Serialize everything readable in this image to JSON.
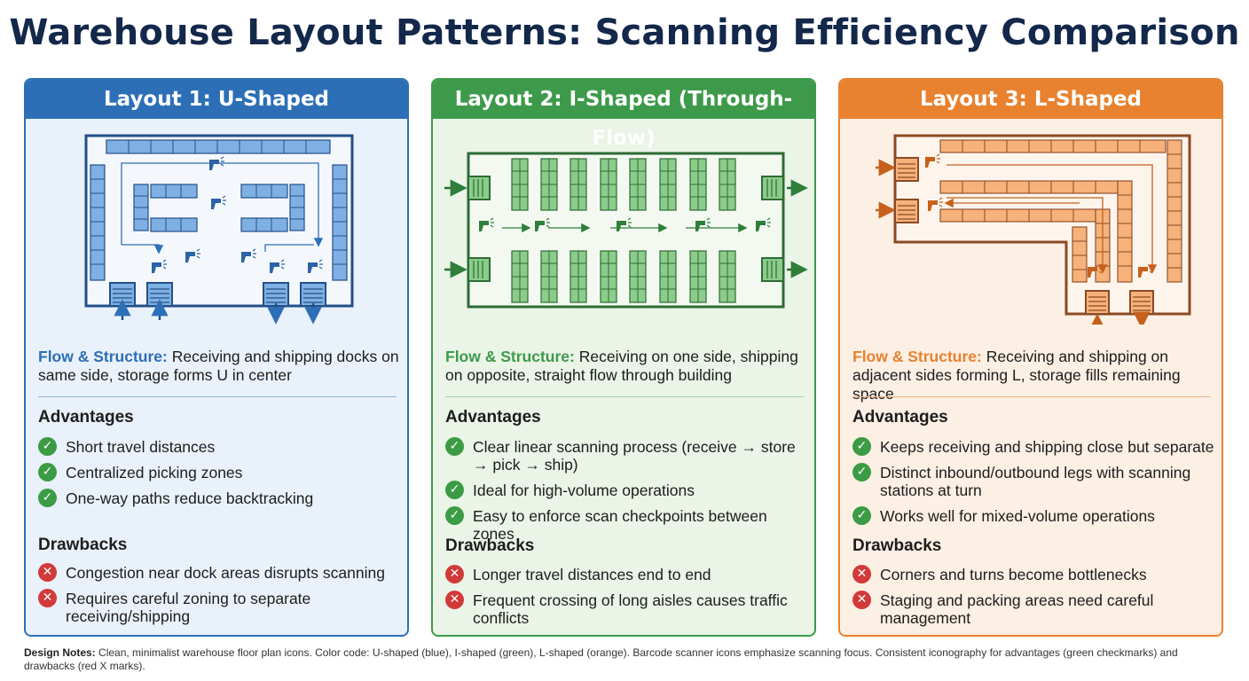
{
  "title": "Warehouse Layout Patterns: Scanning Efficiency Comparison",
  "colors": {
    "blue": "#2d6fb7",
    "green": "#3d9a4a",
    "orange": "#e8822f",
    "check": "#3c9b45",
    "cross": "#d23a3a"
  },
  "layouts": [
    {
      "header": "Layout 1: U-Shaped",
      "flow_label": "Flow & Structure:",
      "flow_text": "Receiving and shipping docks on same side, storage forms U in center",
      "advantages_title": "Advantages",
      "advantages": [
        "Short travel distances",
        "Centralized picking zones",
        "One-way paths reduce backtracking"
      ],
      "drawbacks_title": "Drawbacks",
      "drawbacks": [
        "Congestion near dock areas disrupts scanning",
        "Requires careful zoning to separate receiving/shipping"
      ]
    },
    {
      "header": "Layout 2: I-Shaped (Through-Flow)",
      "flow_label": "Flow & Structure:",
      "flow_text": "Receiving on one side, shipping on opposite, straight flow through building",
      "advantages_title": "Advantages",
      "advantages": [
        "Clear linear scanning process (receive → store → pick → ship)",
        "Ideal for high-volume operations",
        "Easy to enforce scan checkpoints between zones"
      ],
      "drawbacks_title": "Drawbacks",
      "drawbacks": [
        "Longer travel distances end to end",
        "Frequent crossing of long aisles causes traffic conflicts"
      ]
    },
    {
      "header": "Layout 3: L-Shaped",
      "flow_label": "Flow & Structure:",
      "flow_text": "Receiving and shipping on adjacent sides forming L, storage fills remaining space",
      "advantages_title": "Advantages",
      "advantages": [
        "Keeps receiving and shipping close but separate",
        "Distinct inbound/outbound legs with scanning stations at turn",
        "Works well for mixed-volume operations"
      ],
      "drawbacks_title": "Drawbacks",
      "drawbacks": [
        "Corners and turns become bottlenecks",
        "Staging and packing areas need careful management"
      ]
    }
  ],
  "notes_label": "Design Notes:",
  "notes_text": "Clean, minimalist warehouse floor plan icons. Color code: U-shaped (blue), I-shaped (green), L-shaped (orange). Barcode scanner icons emphasize scanning focus. Consistent iconography for advantages (green checkmarks) and drawbacks (red X marks)."
}
